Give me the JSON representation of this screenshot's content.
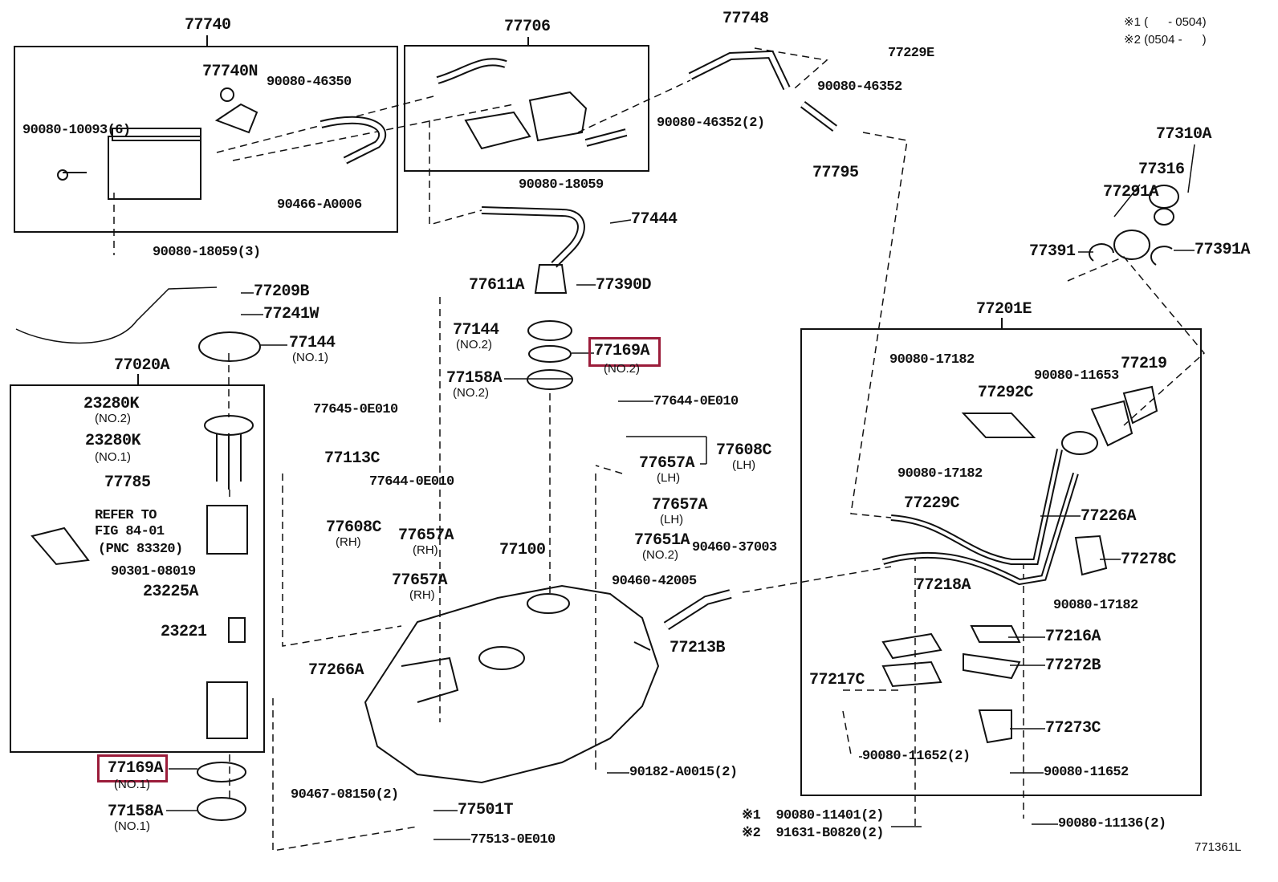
{
  "figure_id": "771361L",
  "highlight_color": "#9b1c3a",
  "labels": [
    "77740",
    "77706",
    "77748",
    "77229E",
    "※1 (      - 0504)",
    "※2 (0504 -      )",
    "77740N",
    "90080-46350",
    "90080-10093(6)",
    "90080-46352",
    "90080-46352(2)",
    "77795",
    "90466-A0006",
    "90080-18059",
    "77444",
    "90080-18059(3)",
    "77310A",
    "77316",
    "77291A",
    "77391",
    "77391A",
    "77209B",
    "77611A",
    "77390D",
    "77241W",
    "77144",
    "(NO.1)",
    "77144",
    "(NO.2)",
    "77169A",
    "(NO.2)",
    "77201E",
    "77020A",
    "77158A",
    "(NO.2)",
    "90080-17182",
    "77219",
    "90080-11653",
    "77292C",
    "23280K",
    "(NO.2)",
    "77645-0E010",
    "77644-0E010",
    "23280K",
    "(NO.1)",
    "77608C",
    "(LH)",
    "77113C",
    "77657A",
    "(LH)",
    "90080-17182",
    "77785",
    "77644-0E010",
    "77229C",
    "77657A",
    "(LH)",
    "77226A",
    "REFER TO",
    "FIG 84-01",
    "(PNC 83320)",
    "77608C",
    "(RH)",
    "77657A",
    "(RH)",
    "77100",
    "77651A",
    "(NO.2)",
    "90460-37003",
    "77278C",
    "90301-08019",
    "90460-42005",
    "77657A",
    "(RH)",
    "77218A",
    "23225A",
    "90080-17182",
    "23221",
    "77216A",
    "77213B",
    "77266A",
    "77272B",
    "77217C",
    "77273C",
    "90080-11652(2)",
    "77169A",
    "(NO.1)",
    "90182-A0015(2)",
    "90080-11652",
    "90467-08150(2)",
    "77158A",
    "(NO.1)",
    "77501T",
    "※1  90080-11401(2)",
    "※2  91631-B0820(2)",
    "90080-11136(2)",
    "77513-0E010",
    "771361L"
  ]
}
